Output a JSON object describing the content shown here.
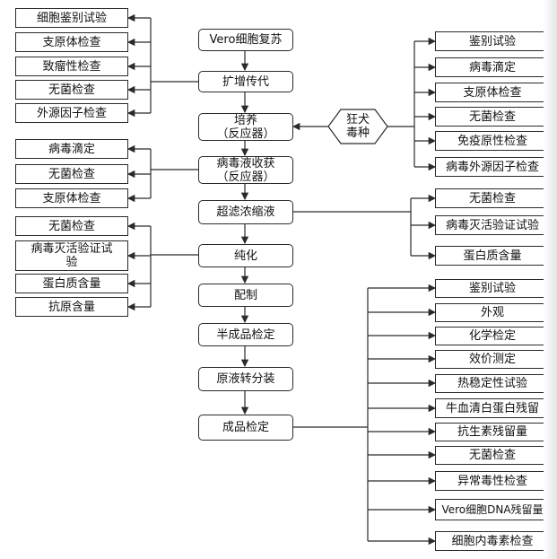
{
  "main_flow": {
    "vero_recovery": "Vero细胞复苏",
    "expansion": "扩增传代",
    "culture": {
      "line1": "培养",
      "line2": "（反应器）"
    },
    "harvest": {
      "line1": "病毒液收获",
      "line2": "（反应器）"
    },
    "ultrafiltration": "超滤浓缩液",
    "purification": "纯化",
    "formulation": "配制",
    "semi_final_test": "半成品检定",
    "bulk_filling": "原液转分装",
    "final_test": "成品检定"
  },
  "seed": {
    "line1": "狂犬",
    "line2": "毒种"
  },
  "expansion_tests": [
    "细胞鉴别试验",
    "支原体检查",
    "致瘤性检查",
    "无菌检查",
    "外源因子检查"
  ],
  "harvest_tests": [
    "病毒滴定",
    "无菌检查",
    "支原体检查"
  ],
  "purification_tests": [
    "无菌检查",
    "病毒灭活验证试验",
    "蛋白质含量",
    "抗原含量"
  ],
  "seed_tests": [
    "鉴别试验",
    "病毒滴定",
    "支原体检查",
    "无菌检查",
    "免疫原性检查",
    "病毒外源因子检查"
  ],
  "ultrafiltration_tests": [
    "无菌检查",
    "病毒灭活验证试验",
    "蛋白质含量"
  ],
  "final_tests": [
    "鉴别试验",
    "外观",
    "化学检定",
    "效价测定",
    "热稳定性试验",
    "牛血清白蛋白残留",
    "抗生素残留量",
    "无菌检查",
    "异常毒性检查",
    "Vero细胞DNA残留量",
    "细胞内毒素检查"
  ],
  "colors": {
    "line": "#2a2a2a",
    "background": "#ffffff"
  }
}
